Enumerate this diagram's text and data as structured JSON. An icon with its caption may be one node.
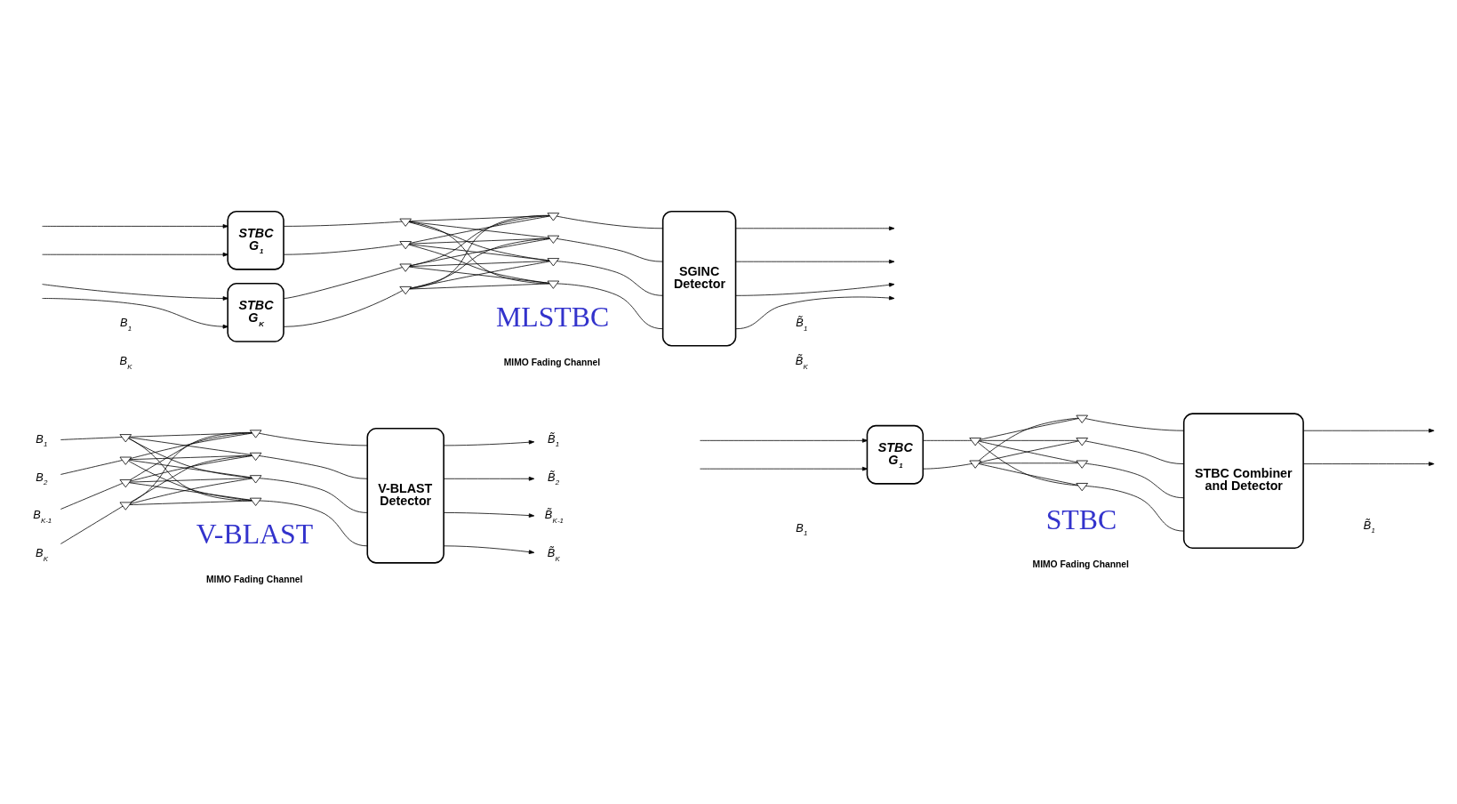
{
  "diagram": {
    "nodes": [
      {
        "text": [
          "B$_{1}$"
        ]
      },
      {
        "text": [
          "B$_{2}$"
        ]
      },
      {
        "text": [
          "B$_{K-1}$"
        ]
      },
      {
        "text": [
          "B$_{K}$"
        ]
      },
      {
        "text": [],
        "shape": "antenna"
      },
      {
        "text": [],
        "shape": "antenna"
      },
      {
        "text": [],
        "shape": "antenna"
      },
      {
        "text": [],
        "shape": "antenna"
      },
      {
        "text": [],
        "shape": "antenna"
      },
      {
        "text": [],
        "shape": "antenna"
      },
      {
        "text": [],
        "shape": "antenna"
      },
      {
        "text": [],
        "shape": "antenna"
      },
      {
        "text": [
          "V-BLAST Detector"
        ]
      },
      {
        "text": [
          "B̃$_{1}$"
        ]
      },
      {
        "text": [
          "B̃$_{2}$"
        ]
      },
      {
        "text": [
          "B̃$_{K-1}$"
        ]
      },
      {
        "text": [
          "B̃$_{K}$"
        ]
      },
      {
        "text": [
          "STBC G$_{1}$"
        ]
      },
      {
        "text": [],
        "shape": "antenna"
      },
      {
        "text": [],
        "shape": "antenna"
      },
      {
        "text": [],
        "shape": "antenna"
      },
      {
        "text": [],
        "shape": "antenna"
      },
      {
        "text": [],
        "shape": "antenna"
      },
      {
        "text": [],
        "shape": "antenna"
      },
      {
        "text": [
          "STBC Combiner and Detector"
        ]
      },
      {
        "text": [
          "STBC G$_{1}$"
        ]
      },
      {
        "text": [
          "STBC G$_{K}$"
        ]
      },
      {
        "text": [],
        "shape": "antenna"
      },
      {
        "text": [],
        "shape": "antenna"
      },
      {
        "text": [],
        "shape": "antenna"
      },
      {
        "text": [],
        "shape": "antenna"
      },
      {
        "text": [],
        "shape": "antenna"
      },
      {
        "text": [],
        "shape": "antenna"
      },
      {
        "text": [],
        "shape": "antenna"
      },
      {
        "text": [],
        "shape": "antenna"
      },
      {
        "text": [
          "SGINC Detector"
        ]
      }
    ],
    "edges": [
      {
        "from": 0,
        "to": 4,
        "arrow": "none"
      },
      {
        "from": 1,
        "to": 5,
        "arrow": "none"
      },
      {
        "from": 2,
        "to": 6,
        "arrow": "none"
      },
      {
        "from": 3,
        "to": 7,
        "arrow": "none"
      },
      {
        "from": 4,
        "to": 8,
        "arrow": "none"
      },
      {
        "from": 4,
        "to": 9,
        "arrow": "none"
      },
      {
        "from": 4,
        "to": 10,
        "arrow": "none"
      },
      {
        "from": 4,
        "to": 11,
        "arrow": "none"
      },
      {
        "from": 5,
        "to": 8,
        "arrow": "none"
      },
      {
        "from": 5,
        "to": 9,
        "arrow": "none"
      },
      {
        "from": 5,
        "to": 10,
        "arrow": "none"
      },
      {
        "from": 5,
        "to": 11,
        "arrow": "none"
      },
      {
        "from": 6,
        "to": 8,
        "arrow": "none"
      },
      {
        "from": 6,
        "to": 9,
        "arrow": "none"
      },
      {
        "from": 6,
        "to": 10,
        "arrow": "none"
      },
      {
        "from": 6,
        "to": 11,
        "arrow": "none"
      },
      {
        "from": 7,
        "to": 8,
        "arrow": "none"
      },
      {
        "from": 7,
        "to": 9,
        "arrow": "none"
      },
      {
        "from": 7,
        "to": 10,
        "arrow": "none"
      },
      {
        "from": 7,
        "to": 11,
        "arrow": "none"
      },
      {
        "from": 8,
        "to": 12,
        "arrow": "none"
      },
      {
        "from": 9,
        "to": 12,
        "arrow": "none"
      },
      {
        "from": 10,
        "to": 12,
        "arrow": "none"
      },
      {
        "from": 11,
        "to": 12,
        "arrow": "none"
      },
      {
        "from": 12,
        "to": 13,
        "arrow": "to"
      },
      {
        "from": 12,
        "to": 14,
        "arrow": "to"
      },
      {
        "from": 12,
        "to": 15,
        "arrow": "to"
      },
      {
        "from": 12,
        "to": 16,
        "arrow": "to"
      },
      {
        "from": null,
        "to": 17,
        "arrow": "to"
      },
      {
        "from": null,
        "to": 17,
        "arrow": "to"
      },
      {
        "from": 17,
        "to": 18,
        "arrow": "none"
      },
      {
        "from": 17,
        "to": 19,
        "arrow": "none"
      },
      {
        "from": 18,
        "to": 20,
        "arrow": "none"
      },
      {
        "from": 18,
        "to": 21,
        "arrow": "none"
      },
      {
        "from": 18,
        "to": 22,
        "arrow": "none"
      },
      {
        "from": 18,
        "to": 23,
        "arrow": "none"
      },
      {
        "from": 19,
        "to": 20,
        "arrow": "none"
      },
      {
        "from": 19,
        "to": 21,
        "arrow": "none"
      },
      {
        "from": 19,
        "to": 22,
        "arrow": "none"
      },
      {
        "from": 19,
        "to": 23,
        "arrow": "none"
      },
      {
        "from": 20,
        "to": 24,
        "arrow": "none"
      },
      {
        "from": 21,
        "to": 24,
        "arrow": "none"
      },
      {
        "from": 22,
        "to": 24,
        "arrow": "none"
      },
      {
        "from": 23,
        "to": 24,
        "arrow": "none"
      },
      {
        "from": 24,
        "to": null,
        "arrow": "to"
      },
      {
        "from": 24,
        "to": null,
        "arrow": "to"
      },
      {
        "from": null,
        "to": 25,
        "arrow": "to"
      },
      {
        "from": null,
        "to": 25,
        "arrow": "to"
      },
      {
        "from": null,
        "to": 26,
        "arrow": "to"
      },
      {
        "from": null,
        "to": 26,
        "arrow": "to"
      },
      {
        "from": 25,
        "to": 27,
        "arrow": "none"
      },
      {
        "from": 25,
        "to": 28,
        "arrow": "none"
      },
      {
        "from": 26,
        "to": 29,
        "arrow": "none"
      },
      {
        "from": 26,
        "to": 30,
        "arrow": "none"
      },
      {
        "from": 27,
        "to": 31,
        "arrow": "none"
      },
      {
        "from": 27,
        "to": 32,
        "arrow": "none"
      },
      {
        "from": 27,
        "to": 33,
        "arrow": "none"
      },
      {
        "from": 27,
        "to": 34,
        "arrow": "none"
      },
      {
        "from": 28,
        "to": 31,
        "arrow": "none"
      },
      {
        "from": 28,
        "to": 32,
        "arrow": "none"
      },
      {
        "from": 28,
        "to": 33,
        "arrow": "none"
      },
      {
        "from": 28,
        "to": 34,
        "arrow": "none"
      },
      {
        "from": 29,
        "to": 31,
        "arrow": "none"
      },
      {
        "from": 29,
        "to": 32,
        "arrow": "none"
      },
      {
        "from": 29,
        "to": 33,
        "arrow": "none"
      },
      {
        "from": 29,
        "to": 34,
        "arrow": "none"
      },
      {
        "from": 30,
        "to": 31,
        "arrow": "none"
      },
      {
        "from": 30,
        "to": 32,
        "arrow": "none"
      },
      {
        "from": 30,
        "to": 33,
        "arrow": "none"
      },
      {
        "from": 30,
        "to": 34,
        "arrow": "none"
      },
      {
        "from": 31,
        "to": 35,
        "arrow": "none"
      },
      {
        "from": 32,
        "to": 35,
        "arrow": "none"
      },
      {
        "from": 33,
        "to": 35,
        "arrow": "none"
      },
      {
        "from": 34,
        "to": 35,
        "arrow": "none"
      },
      {
        "from": 35,
        "to": null,
        "arrow": "to"
      },
      {
        "from": 35,
        "to": null,
        "arrow": "to"
      },
      {
        "from": 35,
        "to": null,
        "arrow": "to"
      },
      {
        "from": 35,
        "to": null,
        "arrow": "to"
      }
    ],
    "labels": [
      "V-BLAST",
      "MIMO Fading Channel",
      "STBC",
      "B$_{1}$",
      "B̃$_{1}$",
      "MIMO Fading Channel",
      "MLSTBC",
      "B$_{1}$",
      "B$_{K}$",
      "B̃$_{1}$",
      "B̃$_{K}$",
      "MIMO Fading Channel"
    ]
  }
}
